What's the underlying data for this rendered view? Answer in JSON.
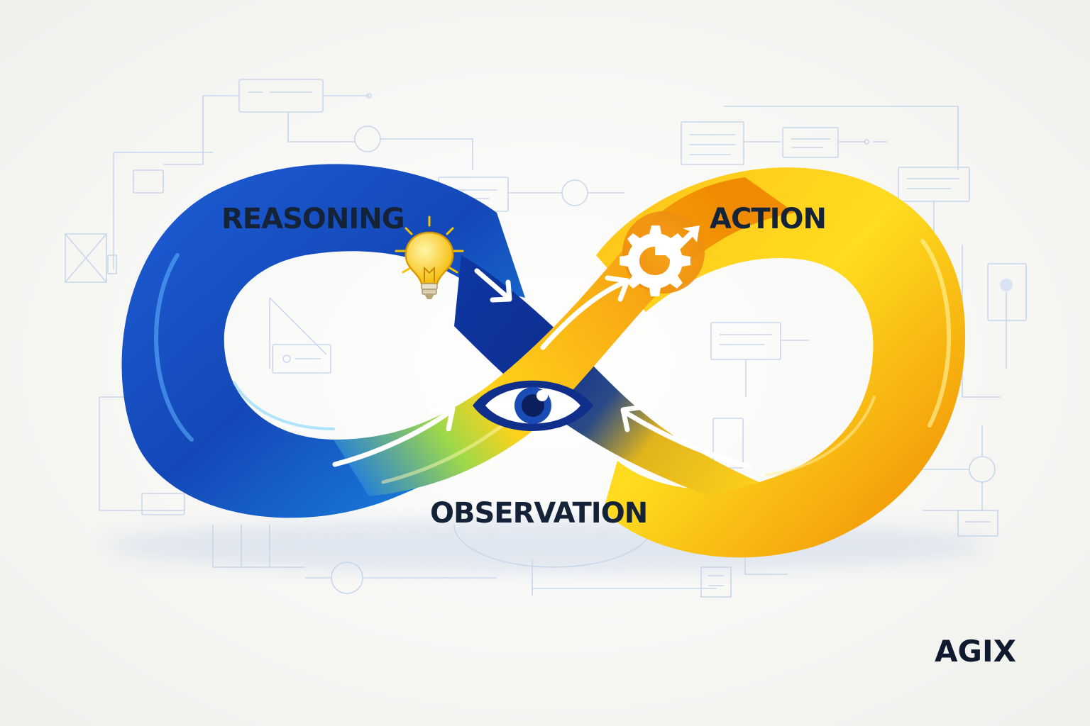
{
  "diagram": {
    "labels": {
      "reasoning": "REASONING",
      "action": "ACTION",
      "observation": "OBSERVATION"
    },
    "icons": {
      "reasoning": "lightbulb-icon",
      "action": "gear-arrow-icon",
      "observation": "eye-icon"
    },
    "colors": {
      "blue": "#1f5fd0",
      "blue_dark": "#0e2f92",
      "yellow": "#ffd21a",
      "orange": "#f08a00",
      "text": "#142338",
      "blueprint": "#b9cdea"
    }
  },
  "brand": {
    "logo_text": "AGIX"
  }
}
